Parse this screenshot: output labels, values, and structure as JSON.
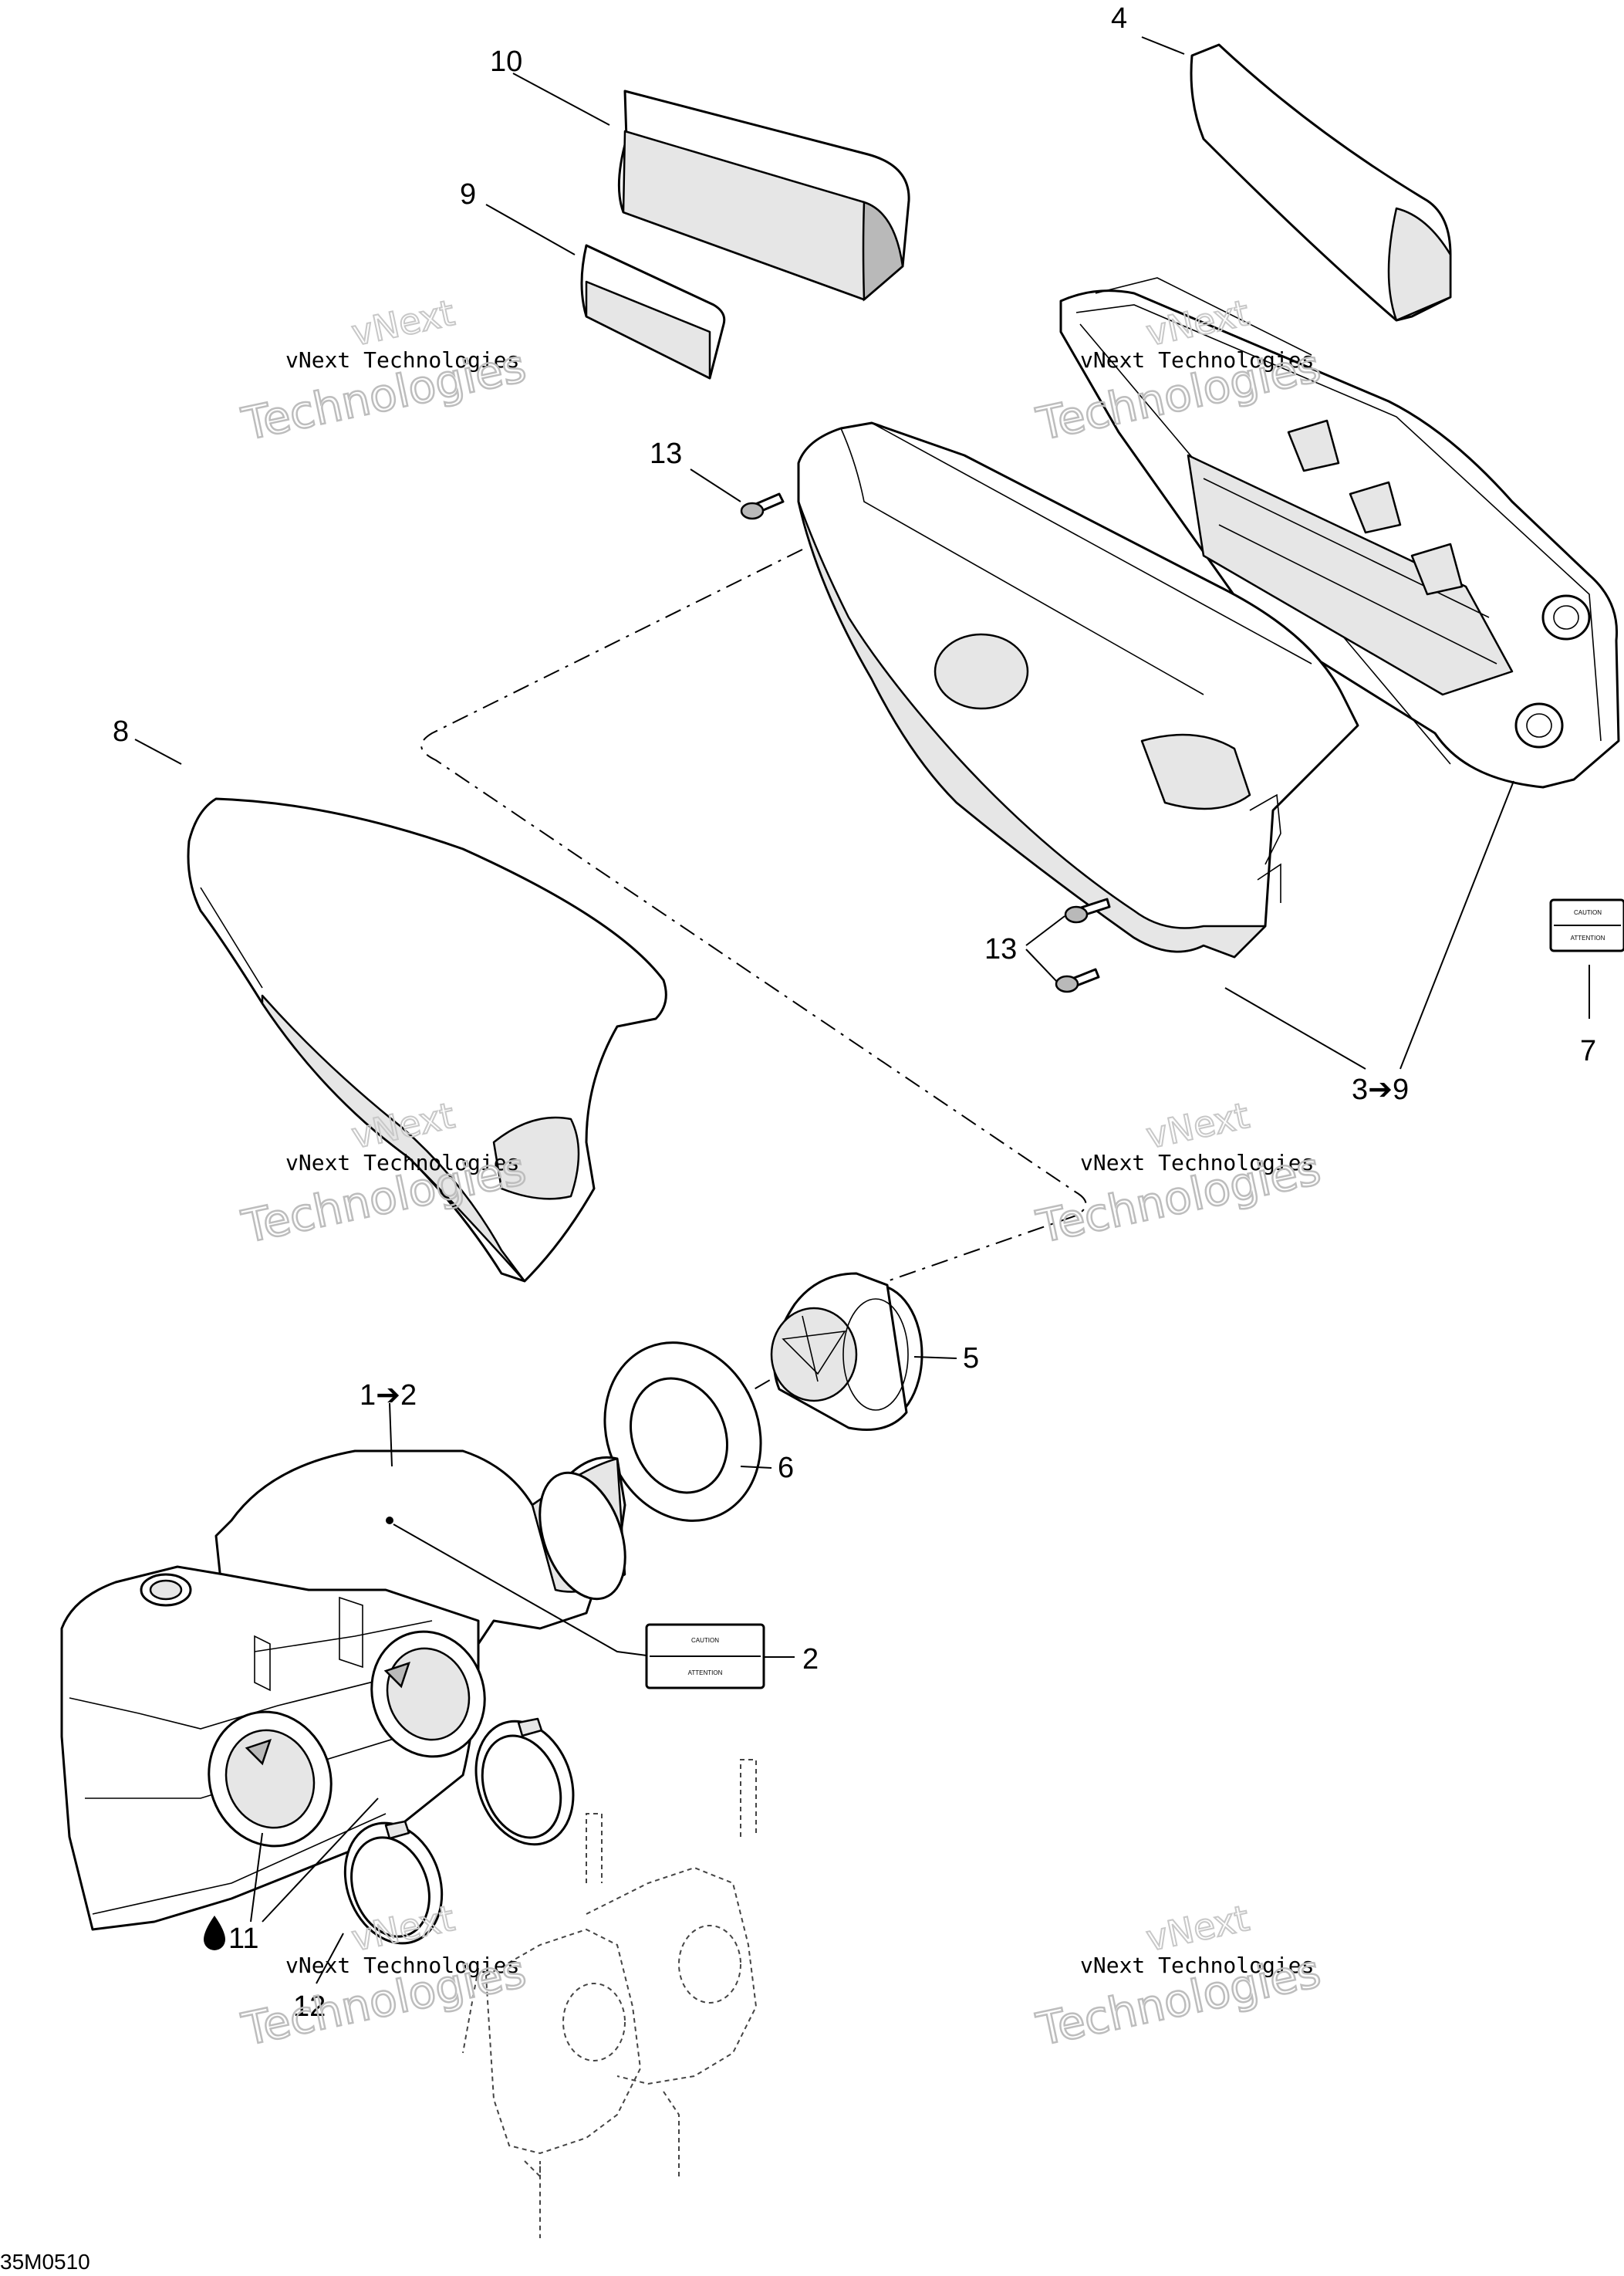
{
  "callouts": {
    "c1": "1➔2",
    "c2": "2",
    "c3": "3➔9",
    "c4": "4",
    "c5": "5",
    "c6": "6",
    "c7": "7",
    "c8": "8",
    "c9": "9",
    "c10": "10",
    "c11": "11",
    "c12": "12",
    "c13a": "13",
    "c13b": "13"
  },
  "watermark": {
    "line1": "vNext Technologies",
    "line2": "Technologies",
    "overlay": "vNext"
  },
  "labels": {
    "label2_top": "CAUTION",
    "label2_bottom": "ATTENTION",
    "label7_top": "CAUTION",
    "label7_bottom": "ATTENTION"
  },
  "drawing_code": "35M0510",
  "colors": {
    "line": "#000000",
    "watermark_outline": "#bdbdbd",
    "background": "#ffffff"
  },
  "icons": {
    "oil_drop": "droplet-icon",
    "arrow": "right-arrow-icon"
  }
}
